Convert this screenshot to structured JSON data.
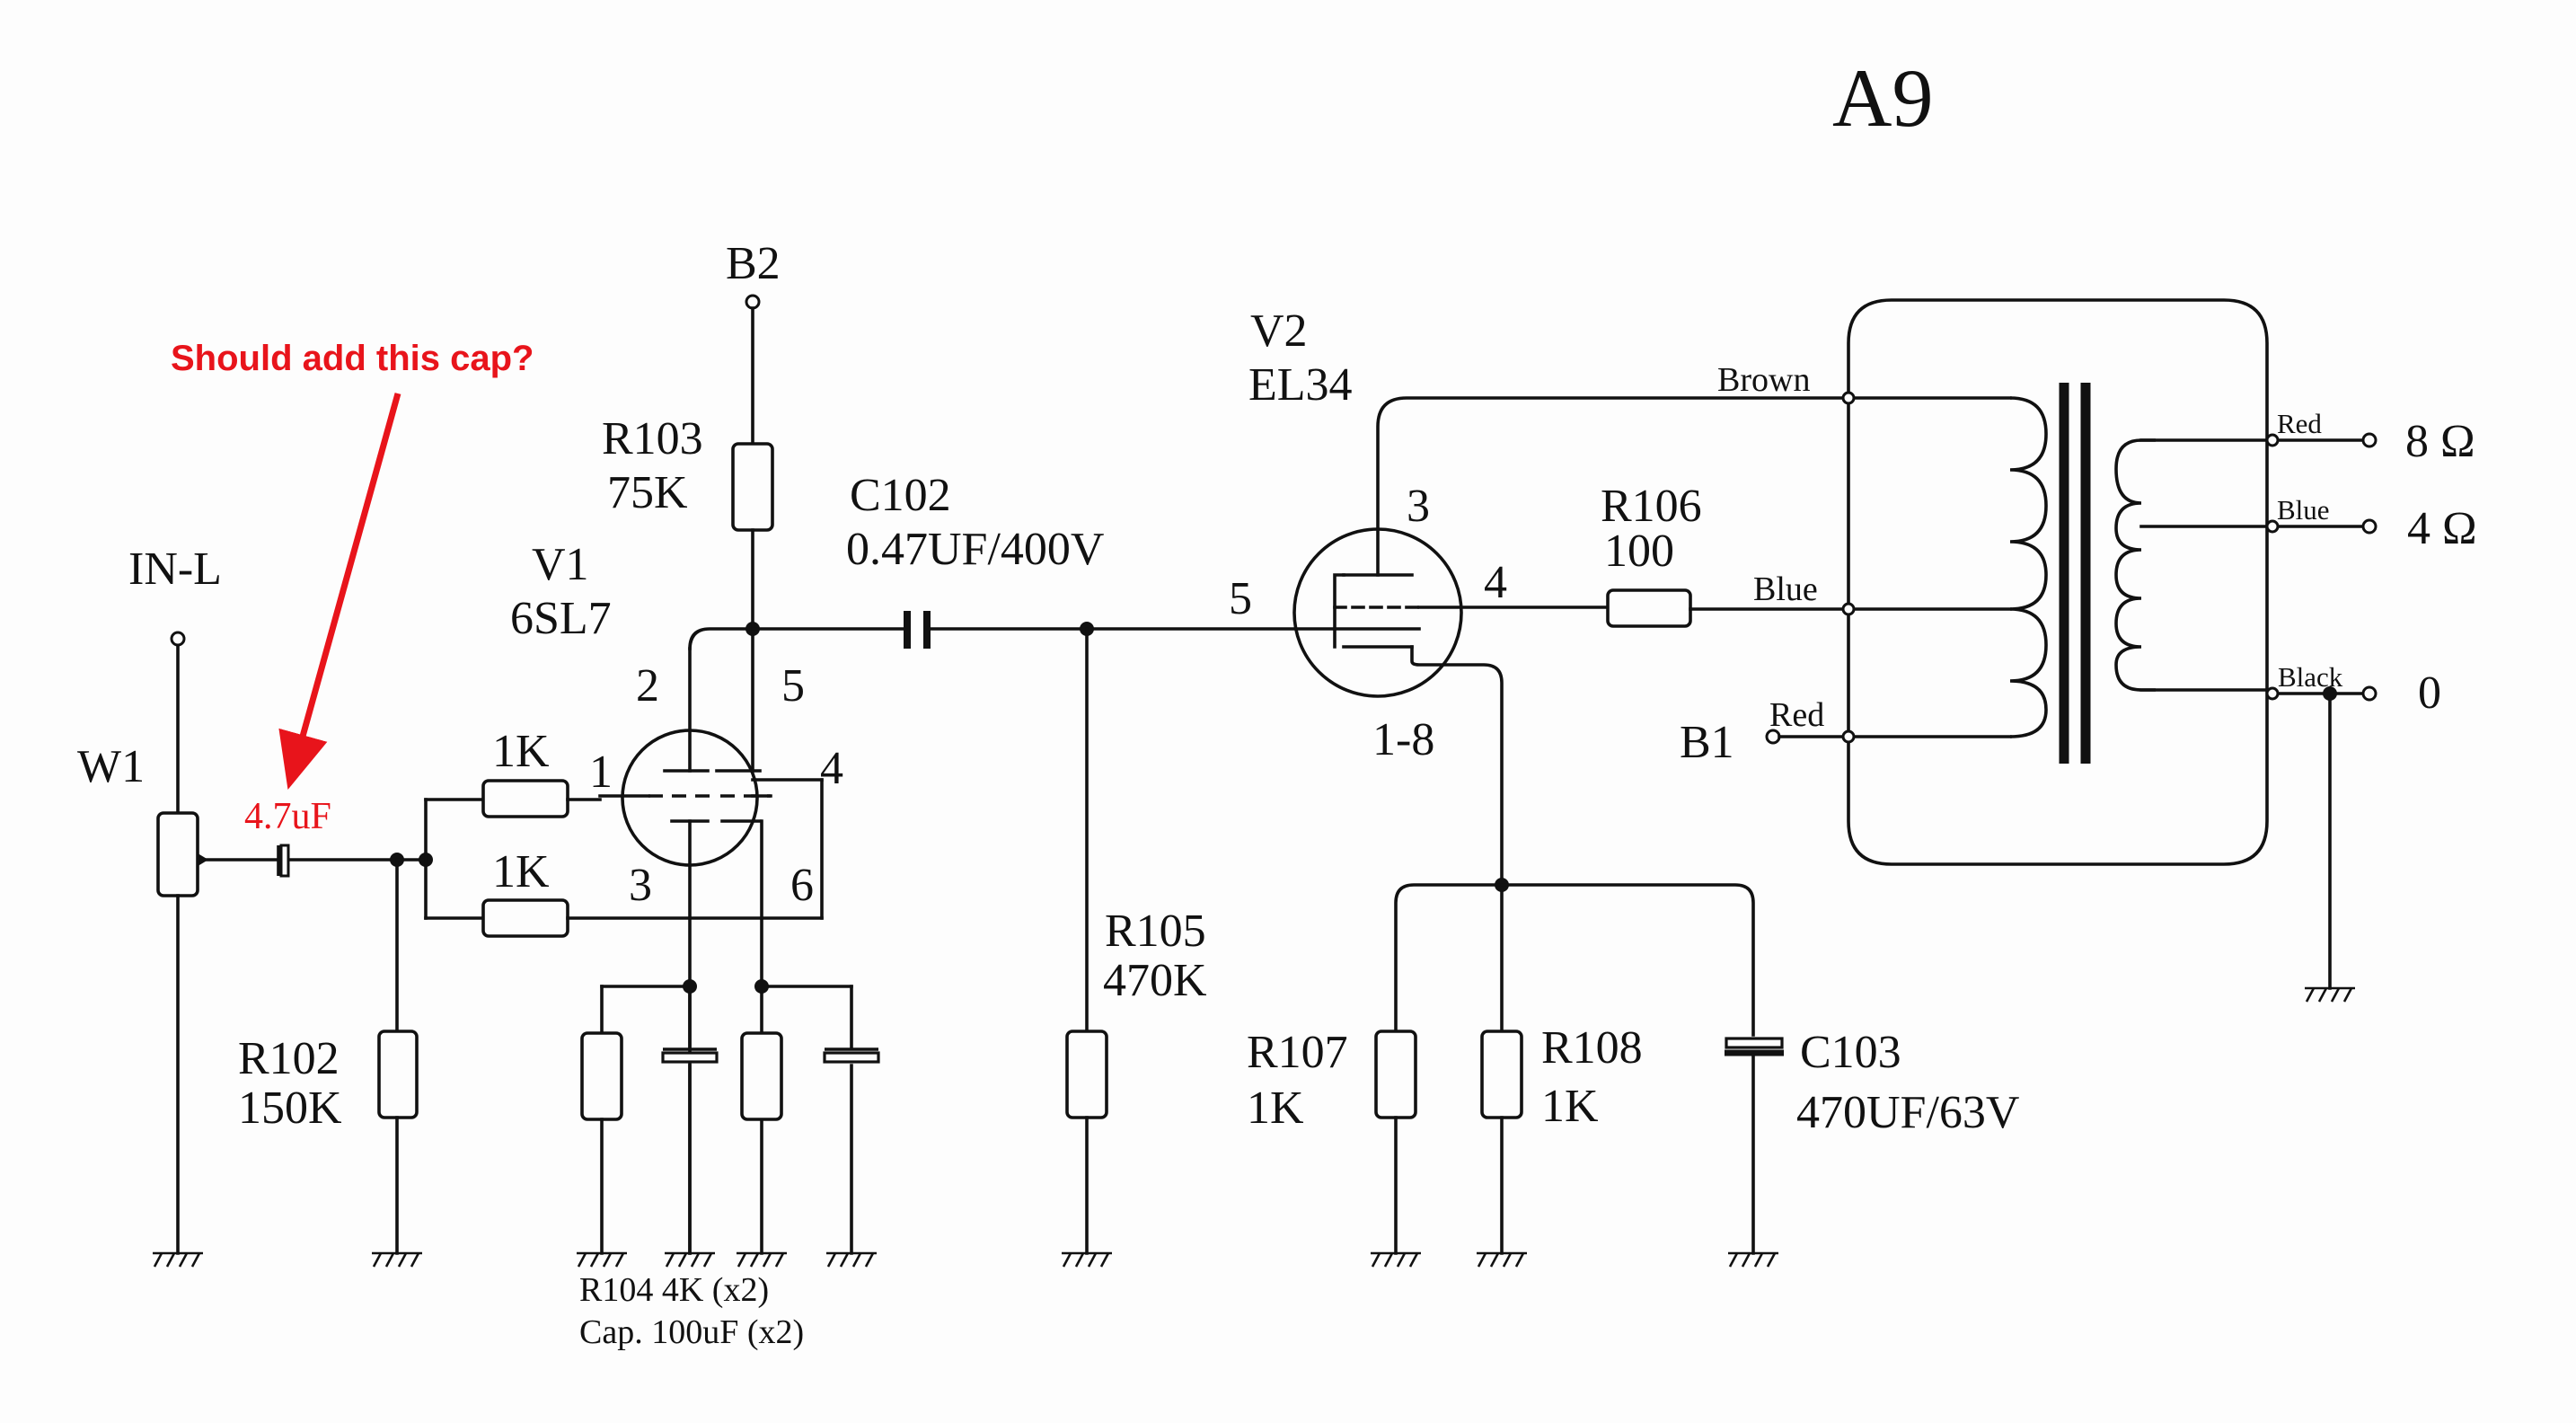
{
  "title": "A9",
  "colors": {
    "annotation": "#e8141b",
    "ink": "#111111",
    "paper": "#fdfdfd"
  },
  "input": {
    "label": "IN-L",
    "pot": "W1"
  },
  "annotation": {
    "question": "Should add this cap?",
    "cap_value": "4.7uF"
  },
  "supply": {
    "b2": "B2",
    "b1": "B1"
  },
  "v1": {
    "ref": "V1",
    "type": "6SL7",
    "pins": {
      "p1": "1",
      "p2": "2",
      "p3": "3",
      "p4": "4",
      "p5": "5",
      "p6": "6"
    }
  },
  "grid_resistors": {
    "upper": "1K",
    "lower": "1K"
  },
  "r102": {
    "ref": "R102",
    "value": "150K"
  },
  "r103": {
    "ref": "R103",
    "value": "75K"
  },
  "c102": {
    "ref": "C102",
    "value": "0.47UF/400V"
  },
  "r104": {
    "line1": "R104 4K (x2)",
    "line2": "Cap. 100uF (x2)"
  },
  "r105": {
    "ref": "R105",
    "value": "470K"
  },
  "v2": {
    "ref": "V2",
    "type": "EL34",
    "pins": {
      "grid": "5",
      "plate": "3",
      "screen": "4",
      "cathode": "1-8"
    }
  },
  "r106": {
    "ref": "R106",
    "value": "100"
  },
  "r107": {
    "ref": "R107",
    "value": "1K"
  },
  "r108": {
    "ref": "R108",
    "value": "1K"
  },
  "c103": {
    "ref": "C103",
    "value": "470UF/63V"
  },
  "transformer": {
    "primary_wires": {
      "top": "Brown",
      "middle": "Blue",
      "bottom": "Red"
    },
    "secondary_wires": {
      "top": "Red",
      "middle": "Blue",
      "bottom": "Black"
    },
    "taps": {
      "t8": "8 Ω",
      "t4": "4 Ω",
      "t0": "0"
    }
  }
}
